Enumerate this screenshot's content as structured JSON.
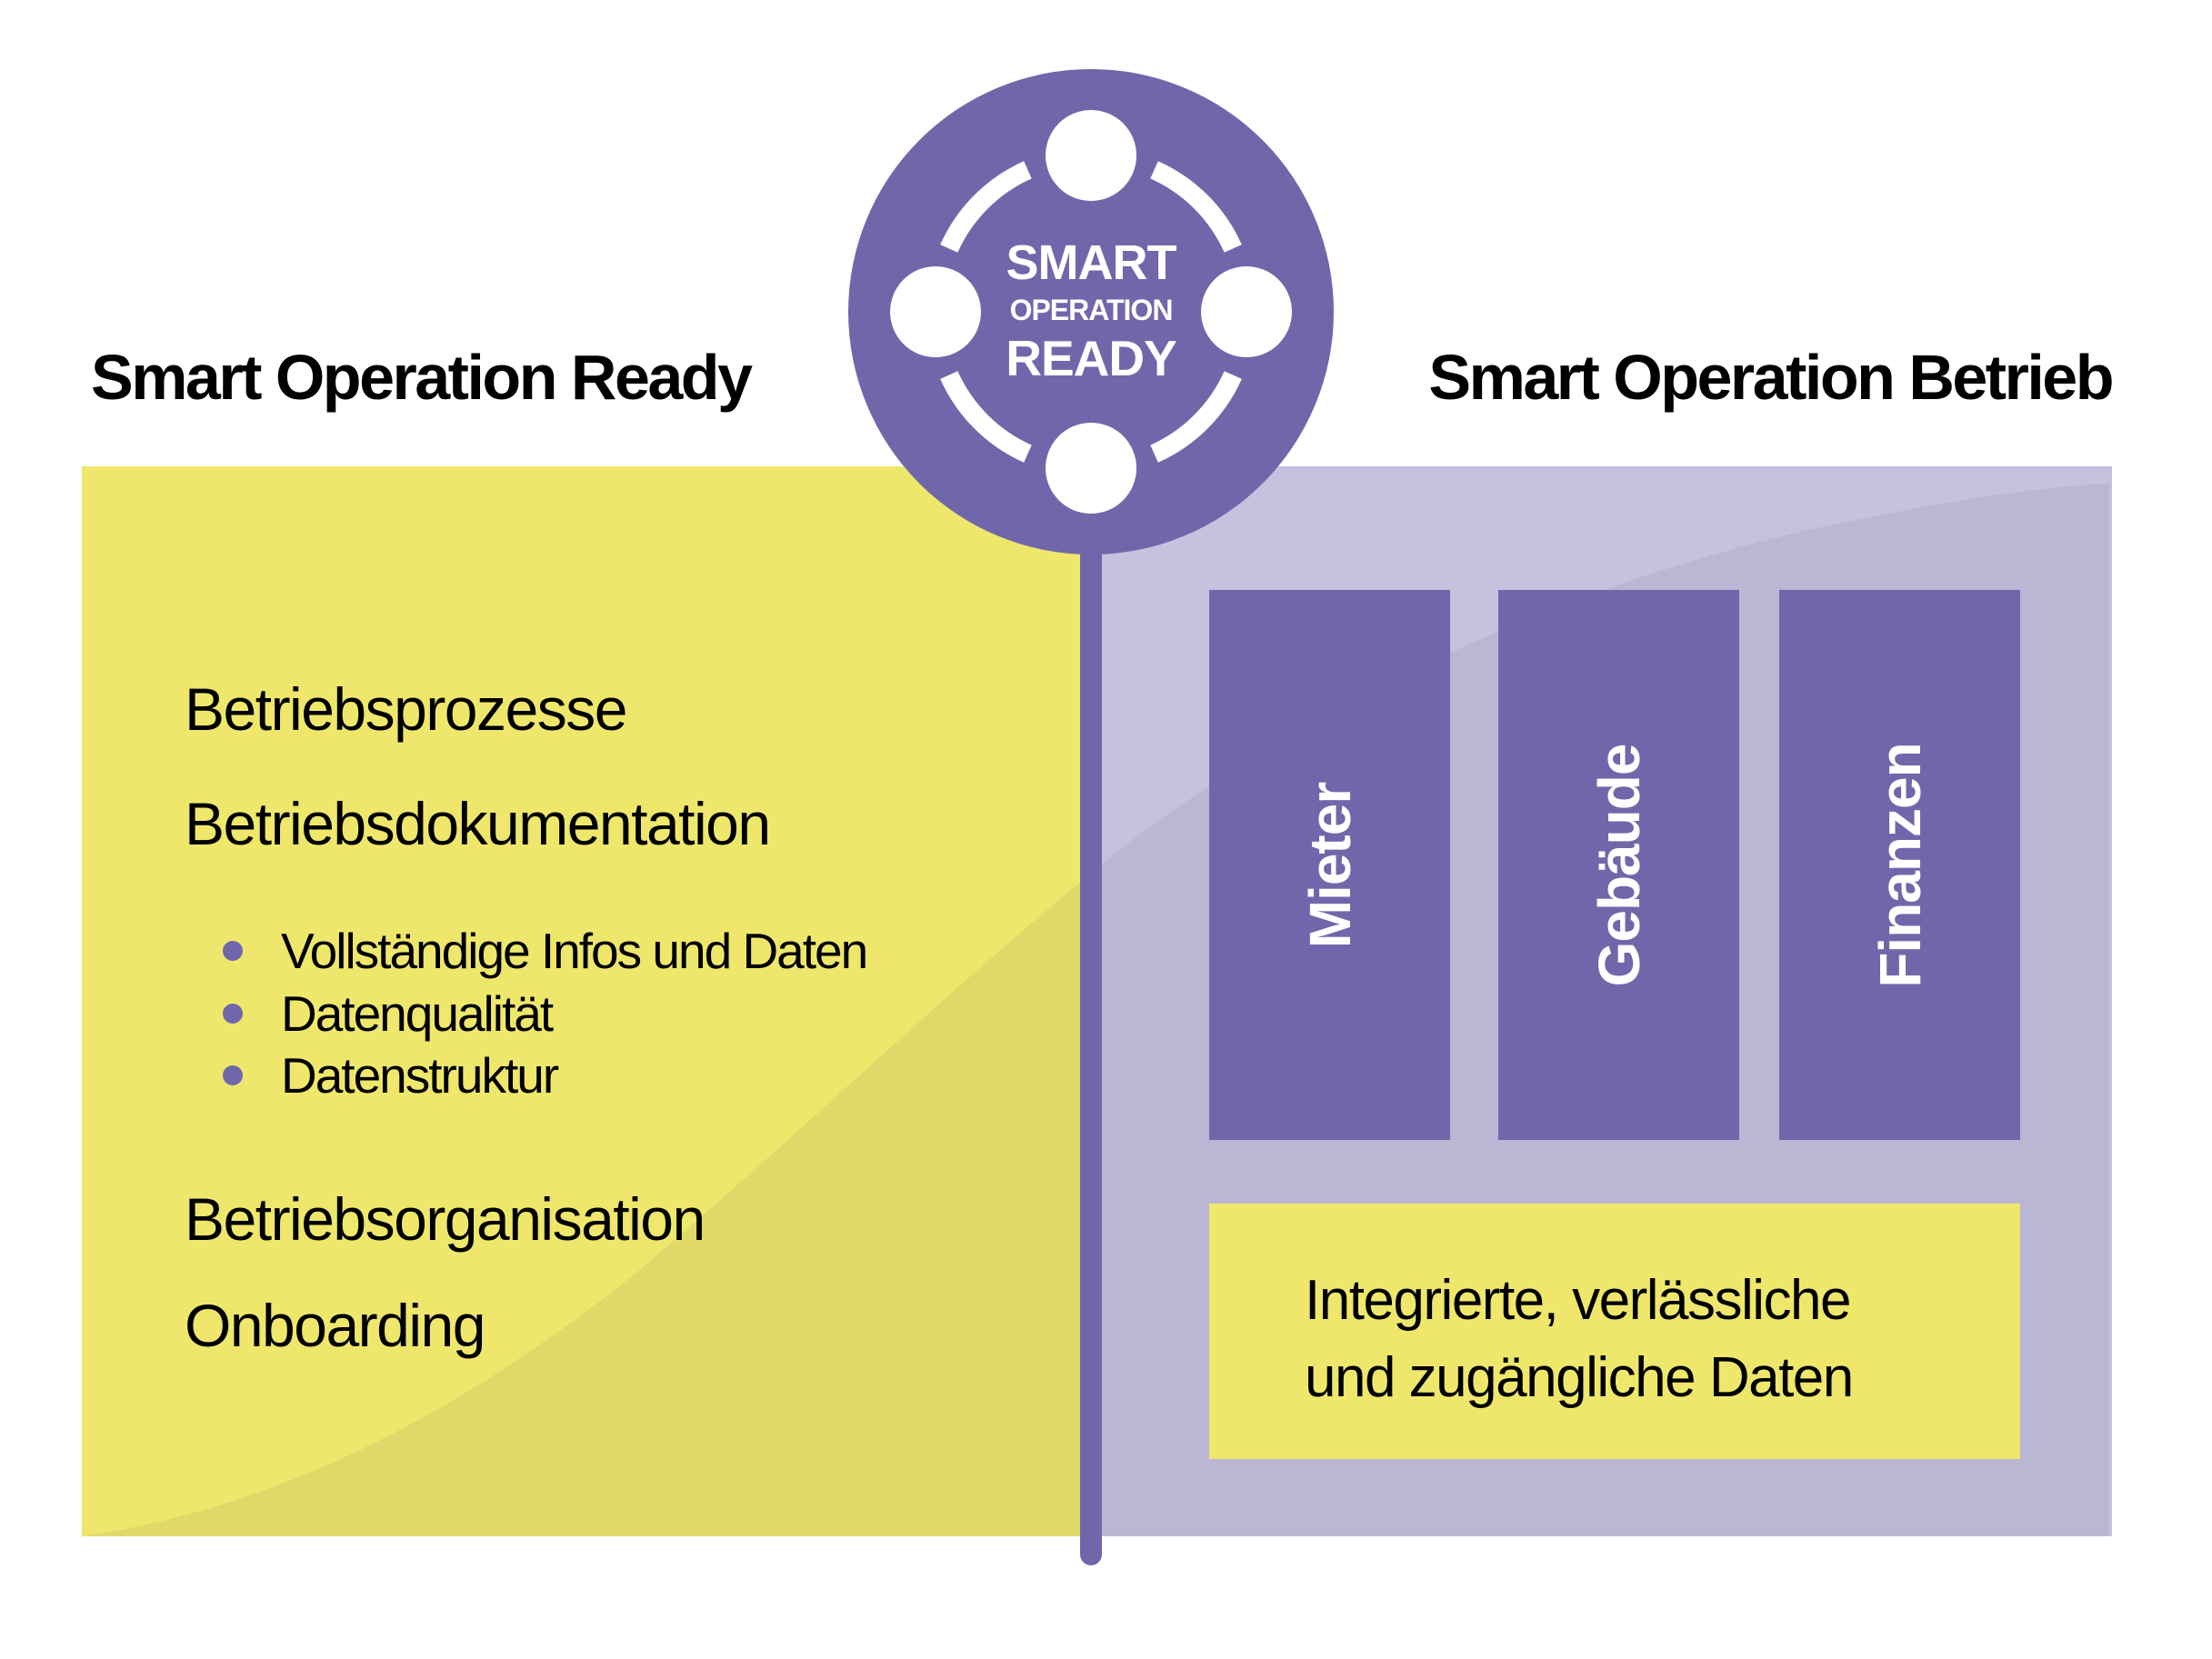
{
  "colors": {
    "purple": "#7067ab",
    "lavender": "#c5c1df",
    "yellow": "#eee76c",
    "curve_overlay": "#6b6540",
    "text": "#000000",
    "white": "#ffffff"
  },
  "logo": {
    "line1": "SMART",
    "line2": "OPERATION",
    "line3": "READY"
  },
  "left": {
    "heading": "Smart Operation Ready",
    "items": [
      "Betriebsprozesse",
      "Betriebsdokumentation"
    ],
    "bullets": [
      "Vollständige Infos und Daten",
      "Datenqualität",
      "Datenstruktur"
    ],
    "items_after": [
      "Betriebsorganisation",
      "Onboarding"
    ]
  },
  "right": {
    "heading": "Smart Operation Betrieb",
    "cards": [
      "Mieter",
      "Gebäude",
      "Finanzen"
    ],
    "data_box": {
      "line1": "Integrierte, verlässliche",
      "line2": "und zugängliche Daten"
    }
  }
}
